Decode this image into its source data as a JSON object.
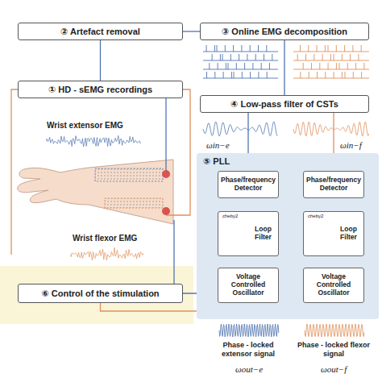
{
  "diagram": {
    "nodes": [
      {
        "text": [
          "② Artefact removal"
        ]
      },
      {
        "text": [
          "③ Online EMG decomposition"
        ]
      },
      {
        "text": [
          "① HD - sEMG recordings"
        ]
      },
      {
        "text": [
          "④ Low-pass filter of CSTs"
        ]
      },
      {
        "text": [
          "⑤ PLL"
        ]
      },
      {
        "text": [
          "Phase/frequency Detector"
        ],
        "in": 4
      },
      {
        "text": [
          "Loop Filter"
        ],
        "in": 4
      },
      {
        "text": [
          "Voltage Controlled Oscillator"
        ],
        "in": 4
      },
      {
        "text": [
          "Phase/frequency Detector"
        ],
        "in": 4
      },
      {
        "text": [
          "Loop Filter"
        ],
        "in": 4
      },
      {
        "text": [
          "Voltage Controlled Oscillator"
        ],
        "in": 4
      },
      {
        "text": [
          "⑥ Control of the stimulation"
        ]
      }
    ],
    "edges": [
      {
        "from": 2,
        "to": 0,
        "arrow": "none"
      },
      {
        "from": 0,
        "to": 1,
        "arrow": "none"
      },
      {
        "from": 1,
        "to": 3,
        "arrow": "none"
      },
      {
        "from": 3,
        "to": 5,
        "arrow": "none"
      },
      {
        "from": 3,
        "to": 8,
        "arrow": "none"
      },
      {
        "from": 5,
        "to": 6,
        "arrow": "none"
      },
      {
        "from": 6,
        "to": 7,
        "arrow": "none"
      },
      {
        "from": 8,
        "to": 9,
        "arrow": "none"
      },
      {
        "from": 9,
        "to": 10,
        "arrow": "none"
      },
      {
        "from": 7,
        "to": 11,
        "arrow": "none"
      },
      {
        "from": 10,
        "to": 11,
        "arrow": "none"
      }
    ],
    "labels": [
      "Wrist extensor EMG",
      "Wrist flexor EMG",
      "ωin−e",
      "ωin−f",
      "cheby2",
      "cheby2",
      "Phase - locked extensor signal",
      "Phase - locked flexor signal",
      "ωout−e",
      "ωout−f"
    ]
  }
}
